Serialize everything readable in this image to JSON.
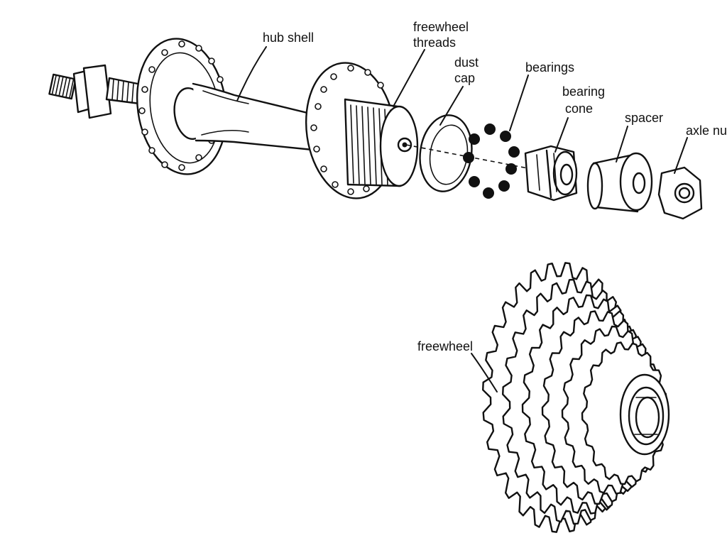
{
  "labels": {
    "hub_shell": "hub shell",
    "freewheel_threads_1": "freewheel",
    "freewheel_threads_2": "threads",
    "dust_cap_1": "dust",
    "dust_cap_2": "cap",
    "bearings": "bearings",
    "bearing_cone_1": "bearing",
    "bearing_cone_2": "cone",
    "spacer": "spacer",
    "axle_nut": "axle nut",
    "freewheel": "freewheel"
  },
  "colors": {
    "ink": "#111111",
    "paper": "#ffffff"
  }
}
